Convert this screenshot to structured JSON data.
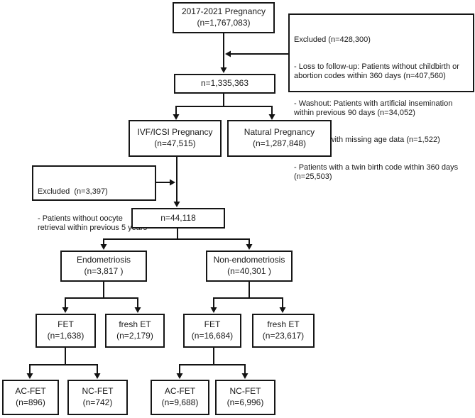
{
  "nodes": {
    "top": {
      "label": "2017-2021 Pregnancy",
      "n": "(n=1,767,083)"
    },
    "after_exclusion_1": {
      "n": "n=1,335,363"
    },
    "ivf_icsi": {
      "label": "IVF/ICSI Pregnancy",
      "n": "(n=47,515)"
    },
    "natural": {
      "label": "Natural Pregnancy",
      "n": "(n=1,287,848)"
    },
    "after_exclusion_2": {
      "n": "n=44,118"
    },
    "endometriosis": {
      "label": "Endometriosis",
      "n": "(n=3,817 )"
    },
    "non_endometriosis": {
      "label": "Non-endometriosis",
      "n": "(n=40,301 )"
    },
    "endo_fet": {
      "label": "FET",
      "n": "(n=1,638)"
    },
    "endo_fresh_et": {
      "label": "fresh ET",
      "n": "(n=2,179)"
    },
    "nonendo_fet": {
      "label": "FET",
      "n": "(n=16,684)"
    },
    "nonendo_fresh_et": {
      "label": "fresh ET",
      "n": "(n=23,617)"
    },
    "endo_ac_fet": {
      "label": "AC-FET",
      "n": "(n=896)"
    },
    "endo_nc_fet": {
      "label": "NC-FET",
      "n": "(n=742)"
    },
    "nonendo_ac_fet": {
      "label": "AC-FET",
      "n": "(n=9,688)"
    },
    "nonendo_nc_fet": {
      "label": "NC-FET",
      "n": "(n=6,996)"
    }
  },
  "exclusions": {
    "right": {
      "title": "Excluded (n=428,300)",
      "items": [
        "- Loss to follow-up: Patients without childbirth or abortion codes within 360 days (n=407,560)",
        "- Washout: Patients with artificial insemination within previous 90 days (n=34,052)",
        "- Patients with missing age data (n=1,522)",
        "- Patients with a twin birth code within 360 days (n=25,503)"
      ]
    },
    "left": {
      "title": "Excluded  (n=3,397)",
      "items": [
        "- Patients without oocyte retrieval within previous 5 years"
      ]
    }
  },
  "colors": {
    "background": "#ffffff",
    "box_border": "#161616",
    "connector": "#131313",
    "text": "#1a1a1a"
  }
}
